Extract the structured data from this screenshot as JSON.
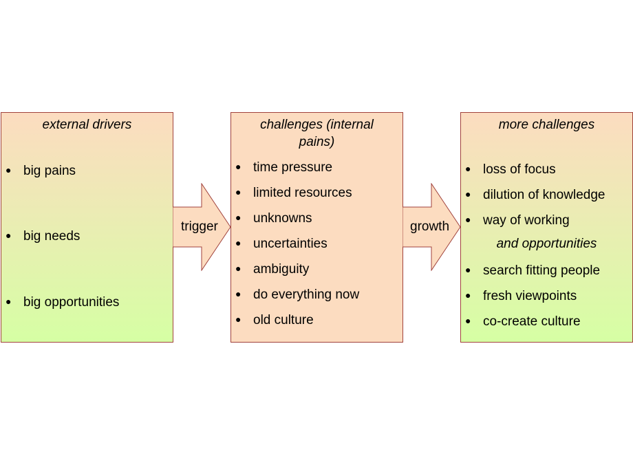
{
  "box1": {
    "title": "external drivers",
    "items": [
      "big pains",
      "big needs",
      "big opportunities"
    ]
  },
  "arrow1": {
    "label": "trigger"
  },
  "box2": {
    "title": "challenges (internal pains)",
    "items": [
      "time pressure",
      "limited resources",
      "unknowns",
      "uncertainties",
      "ambiguity",
      "do everything now",
      "old culture"
    ]
  },
  "arrow2": {
    "label": "growth"
  },
  "box3": {
    "title": "more challenges",
    "items": [
      "loss of focus",
      "dilution of knowledge",
      "way of working"
    ],
    "subtitle": "and opportunities",
    "items2": [
      "search fitting people",
      "fresh viewpoints",
      "co-create culture"
    ]
  },
  "colors": {
    "border": "#a0413b",
    "fill": "#fcdcc0",
    "gradient_bottom": "#d6ffa4"
  }
}
